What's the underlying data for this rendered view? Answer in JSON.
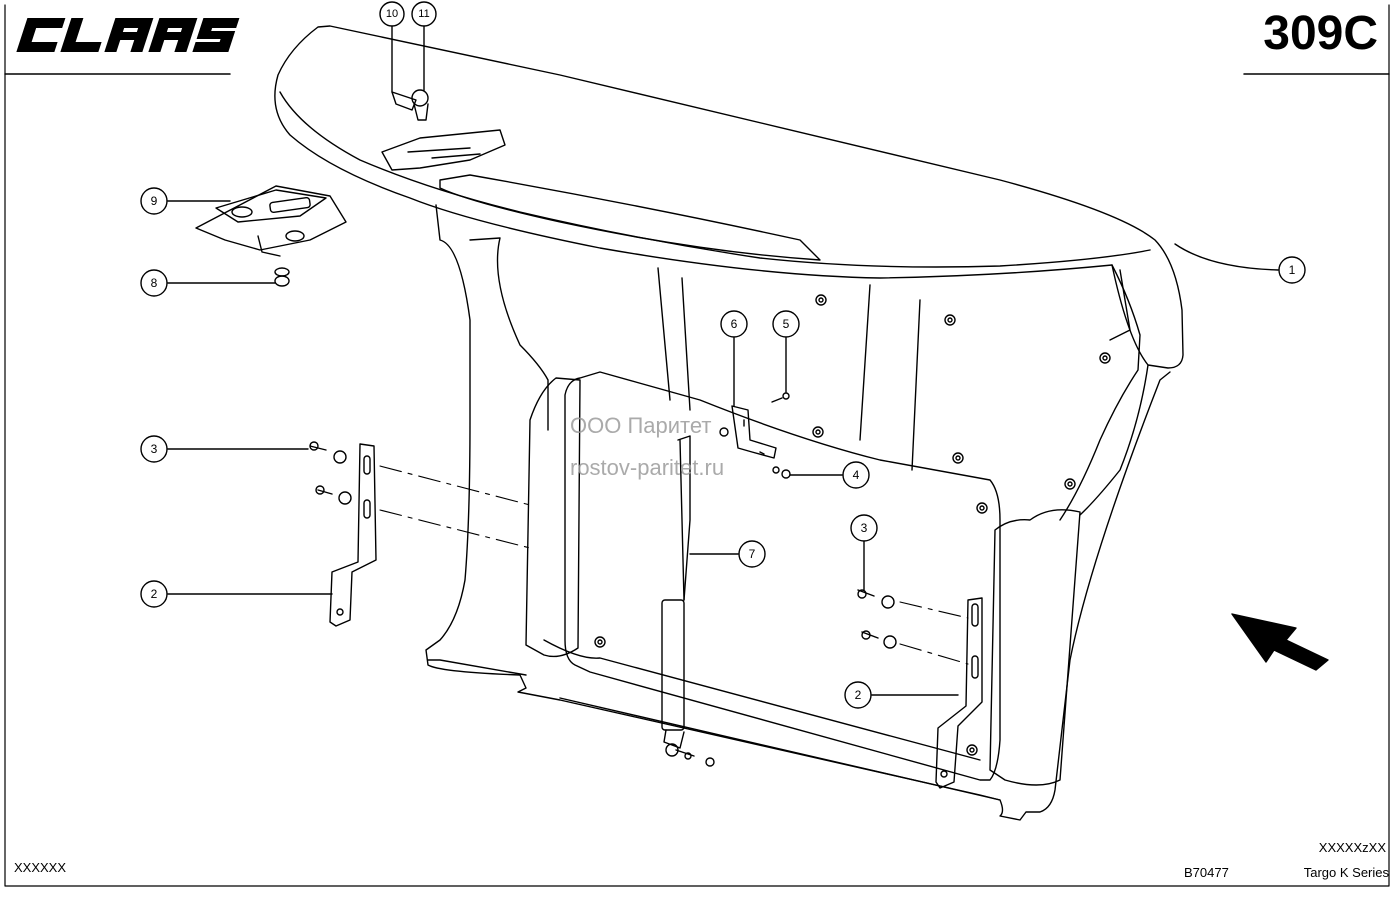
{
  "header": {
    "brand": "CLAAS",
    "sheet_number": "309C"
  },
  "footer": {
    "left_code": "XXXXXX",
    "right_code": "XXXXXzXX",
    "figure_code": "B70477",
    "series": "Targo K Series"
  },
  "watermark": {
    "line1": "ООО Паритет",
    "line2": "rostov-paritet.ru"
  },
  "callouts": {
    "c1": "1",
    "c2a": "2",
    "c2b": "2",
    "c3a": "3",
    "c3b": "3",
    "c4": "4",
    "c5": "5",
    "c6": "6",
    "c7": "7",
    "c8": "8",
    "c9": "9",
    "c10": "10",
    "c11": "11"
  },
  "colors": {
    "line": "#000000",
    "watermark": "#9c9c9c"
  }
}
